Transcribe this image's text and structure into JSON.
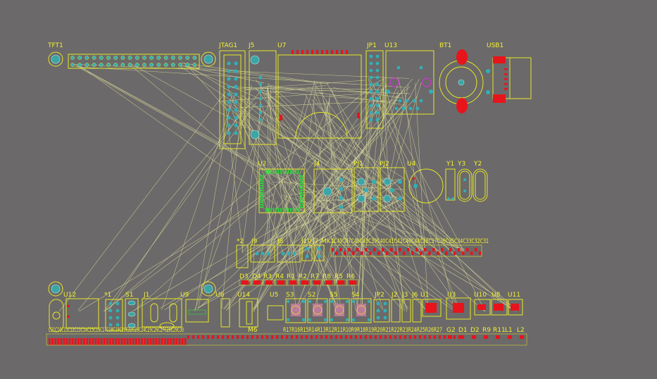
{
  "board": {
    "background_color": "#6b6969",
    "silkscreen_color": "#f2f232",
    "ratsnest_color": "#d8d89a",
    "pad_color": "#3aa6a6",
    "smd_pad_color": "#e8141c"
  },
  "labels": {
    "TFT1": "TFT1",
    "JTAG1": "JTAG1",
    "J5": "J5",
    "U7": "U7",
    "JP1": "JP1",
    "U13": "U13",
    "BT1": "BT1",
    "USB1": "USB1",
    "U2": "U2",
    "J4": "J4",
    "PJ1": "PJ1",
    "PJ2": "PJ2",
    "U4": "U4",
    "Y1": "Y1",
    "Y3": "Y3",
    "Y2": "Y2",
    "J9": "J9",
    "J8": "J8",
    "J10": "J10",
    "J7": "J7",
    "MK1": "MK1",
    "C_row1": "C45C47C48C43C39C40C41C42C46C44C38C37C36C35C34C33C32C31",
    "X2": "*2",
    "D3": "D3",
    "D4": "D4",
    "R3": "R3",
    "R4": "R4",
    "R1": "R1",
    "R2": "R2",
    "R7": "R7",
    "R8": "R8",
    "R5": "R5",
    "R6": "R6",
    "U12": "U12",
    "X1": "*1",
    "S1": "S1",
    "J1": "J1",
    "U9": "U9",
    "U6": "U6",
    "U14": "U14",
    "U5": "U5",
    "S3": "S3",
    "S2": "S2",
    "S5": "S5",
    "S4": "S4",
    "JP2": "JP2",
    "J2": "J2",
    "J3": "J3",
    "J6": "J6",
    "U1": "U1",
    "U3": "U3",
    "U10": "U10",
    "U8": "U8",
    "U11": "U11",
    "bottom_row_left": "C21C10C11C12C13C14C15C16C17C18C19C20C22C23C24C25C26C27C28C29C30",
    "M6": "M6",
    "bottom_row_mid": "R17R16R15R14R13R12R11R10R9R18R19R20R21R22R23R24R25R26R27",
    "G2": "G2",
    "D1": "D1",
    "D2": "D2",
    "R9": "R9",
    "R11": "R11",
    "L1": "L1",
    "L2": "L2"
  }
}
